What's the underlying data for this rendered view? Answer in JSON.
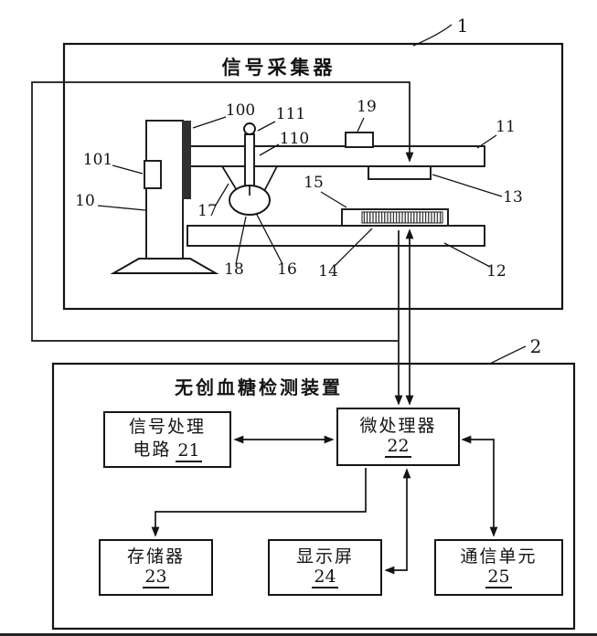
{
  "collector": {
    "title": "信号采集器",
    "ref_num": "1",
    "part_labels": {
      "p100": "100",
      "p101": "101",
      "p10": "10",
      "p111": "111",
      "p110": "110",
      "p19": "19",
      "p11": "11",
      "p17": "17",
      "p13": "13",
      "p15": "15",
      "p18": "18",
      "p16": "16",
      "p14": "14",
      "p12": "12"
    }
  },
  "device": {
    "title": "无创血糖检测装置",
    "ref_num": "2",
    "blocks": {
      "signal_processing": {
        "line1": "信号处理",
        "line2": "电路",
        "num": "21"
      },
      "microprocessor": {
        "label": "微处理器",
        "num": "22"
      },
      "memory": {
        "label": "存储器",
        "num": "23"
      },
      "display": {
        "label": "显示屏",
        "num": "24"
      },
      "comm": {
        "label": "通信单元",
        "num": "25"
      }
    }
  }
}
